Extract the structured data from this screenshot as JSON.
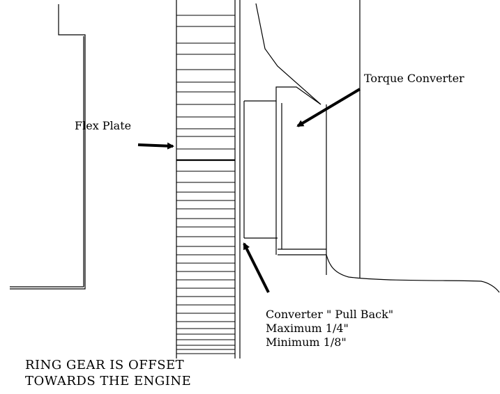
{
  "labels": {
    "torque_converter": "Torque Converter",
    "flex_plate": "Flex Plate",
    "pull_back": "Converter \" Pull Back\"",
    "maximum": "Maximum 1/4\"",
    "minimum": "Minimum 1/8\""
  },
  "caption": {
    "line1": "RING GEAR IS OFFSET",
    "line2": "TOWARDS THE ENGINE"
  },
  "colors": {
    "ink": "#000000",
    "background": "#ffffff"
  }
}
